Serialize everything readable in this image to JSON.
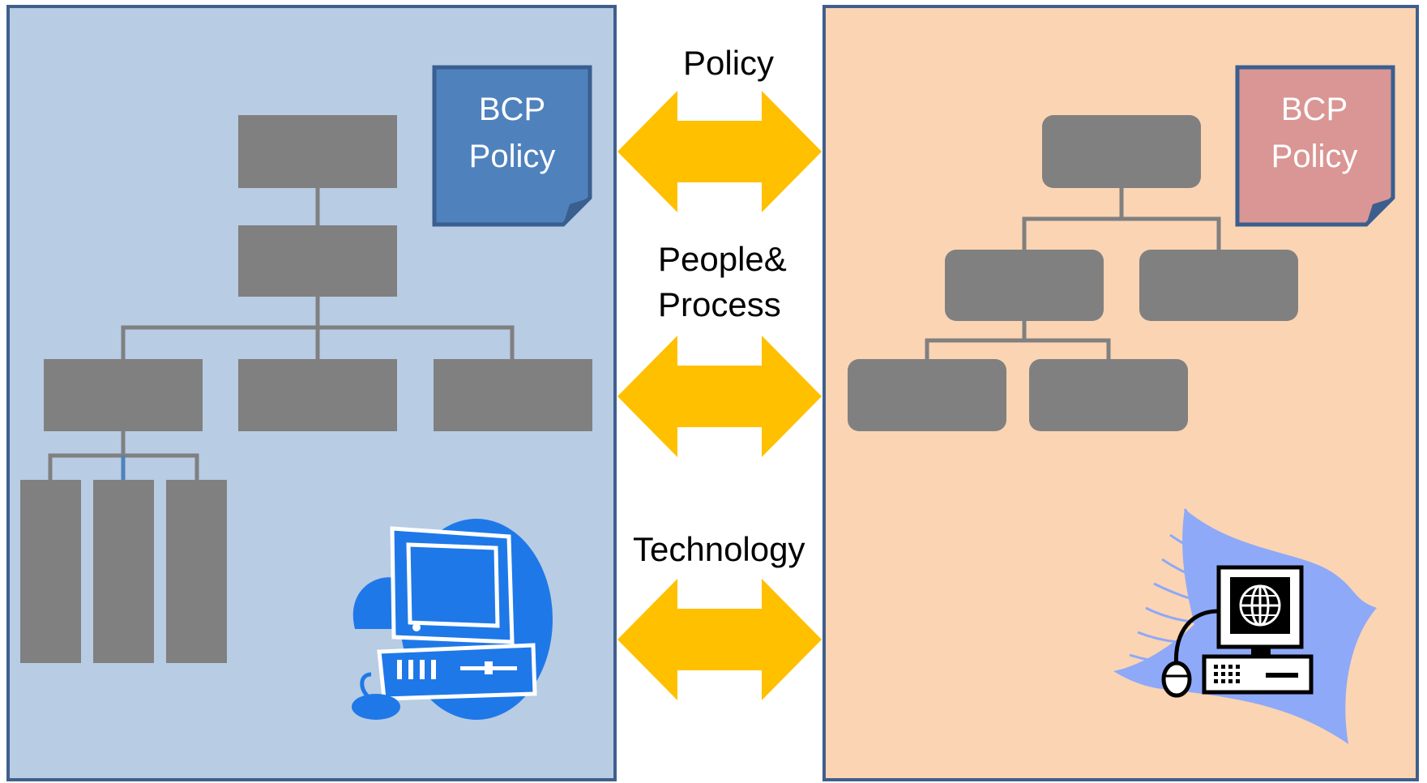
{
  "left_panel": {
    "doc": {
      "line1": "BCP",
      "line2": "Policy",
      "color": "#4f81bd"
    }
  },
  "right_panel": {
    "doc": {
      "line1": "BCP",
      "line2": "Policy",
      "color": "#d99694"
    }
  },
  "middle": {
    "labels": {
      "policy": "Policy",
      "people_line1": "People&",
      "people_line2": "Process",
      "technology": "Technology"
    },
    "arrow_color": "#ffc000"
  },
  "icons": {
    "left": "desktop-computer-icon",
    "right": "globe-computer-icon"
  }
}
